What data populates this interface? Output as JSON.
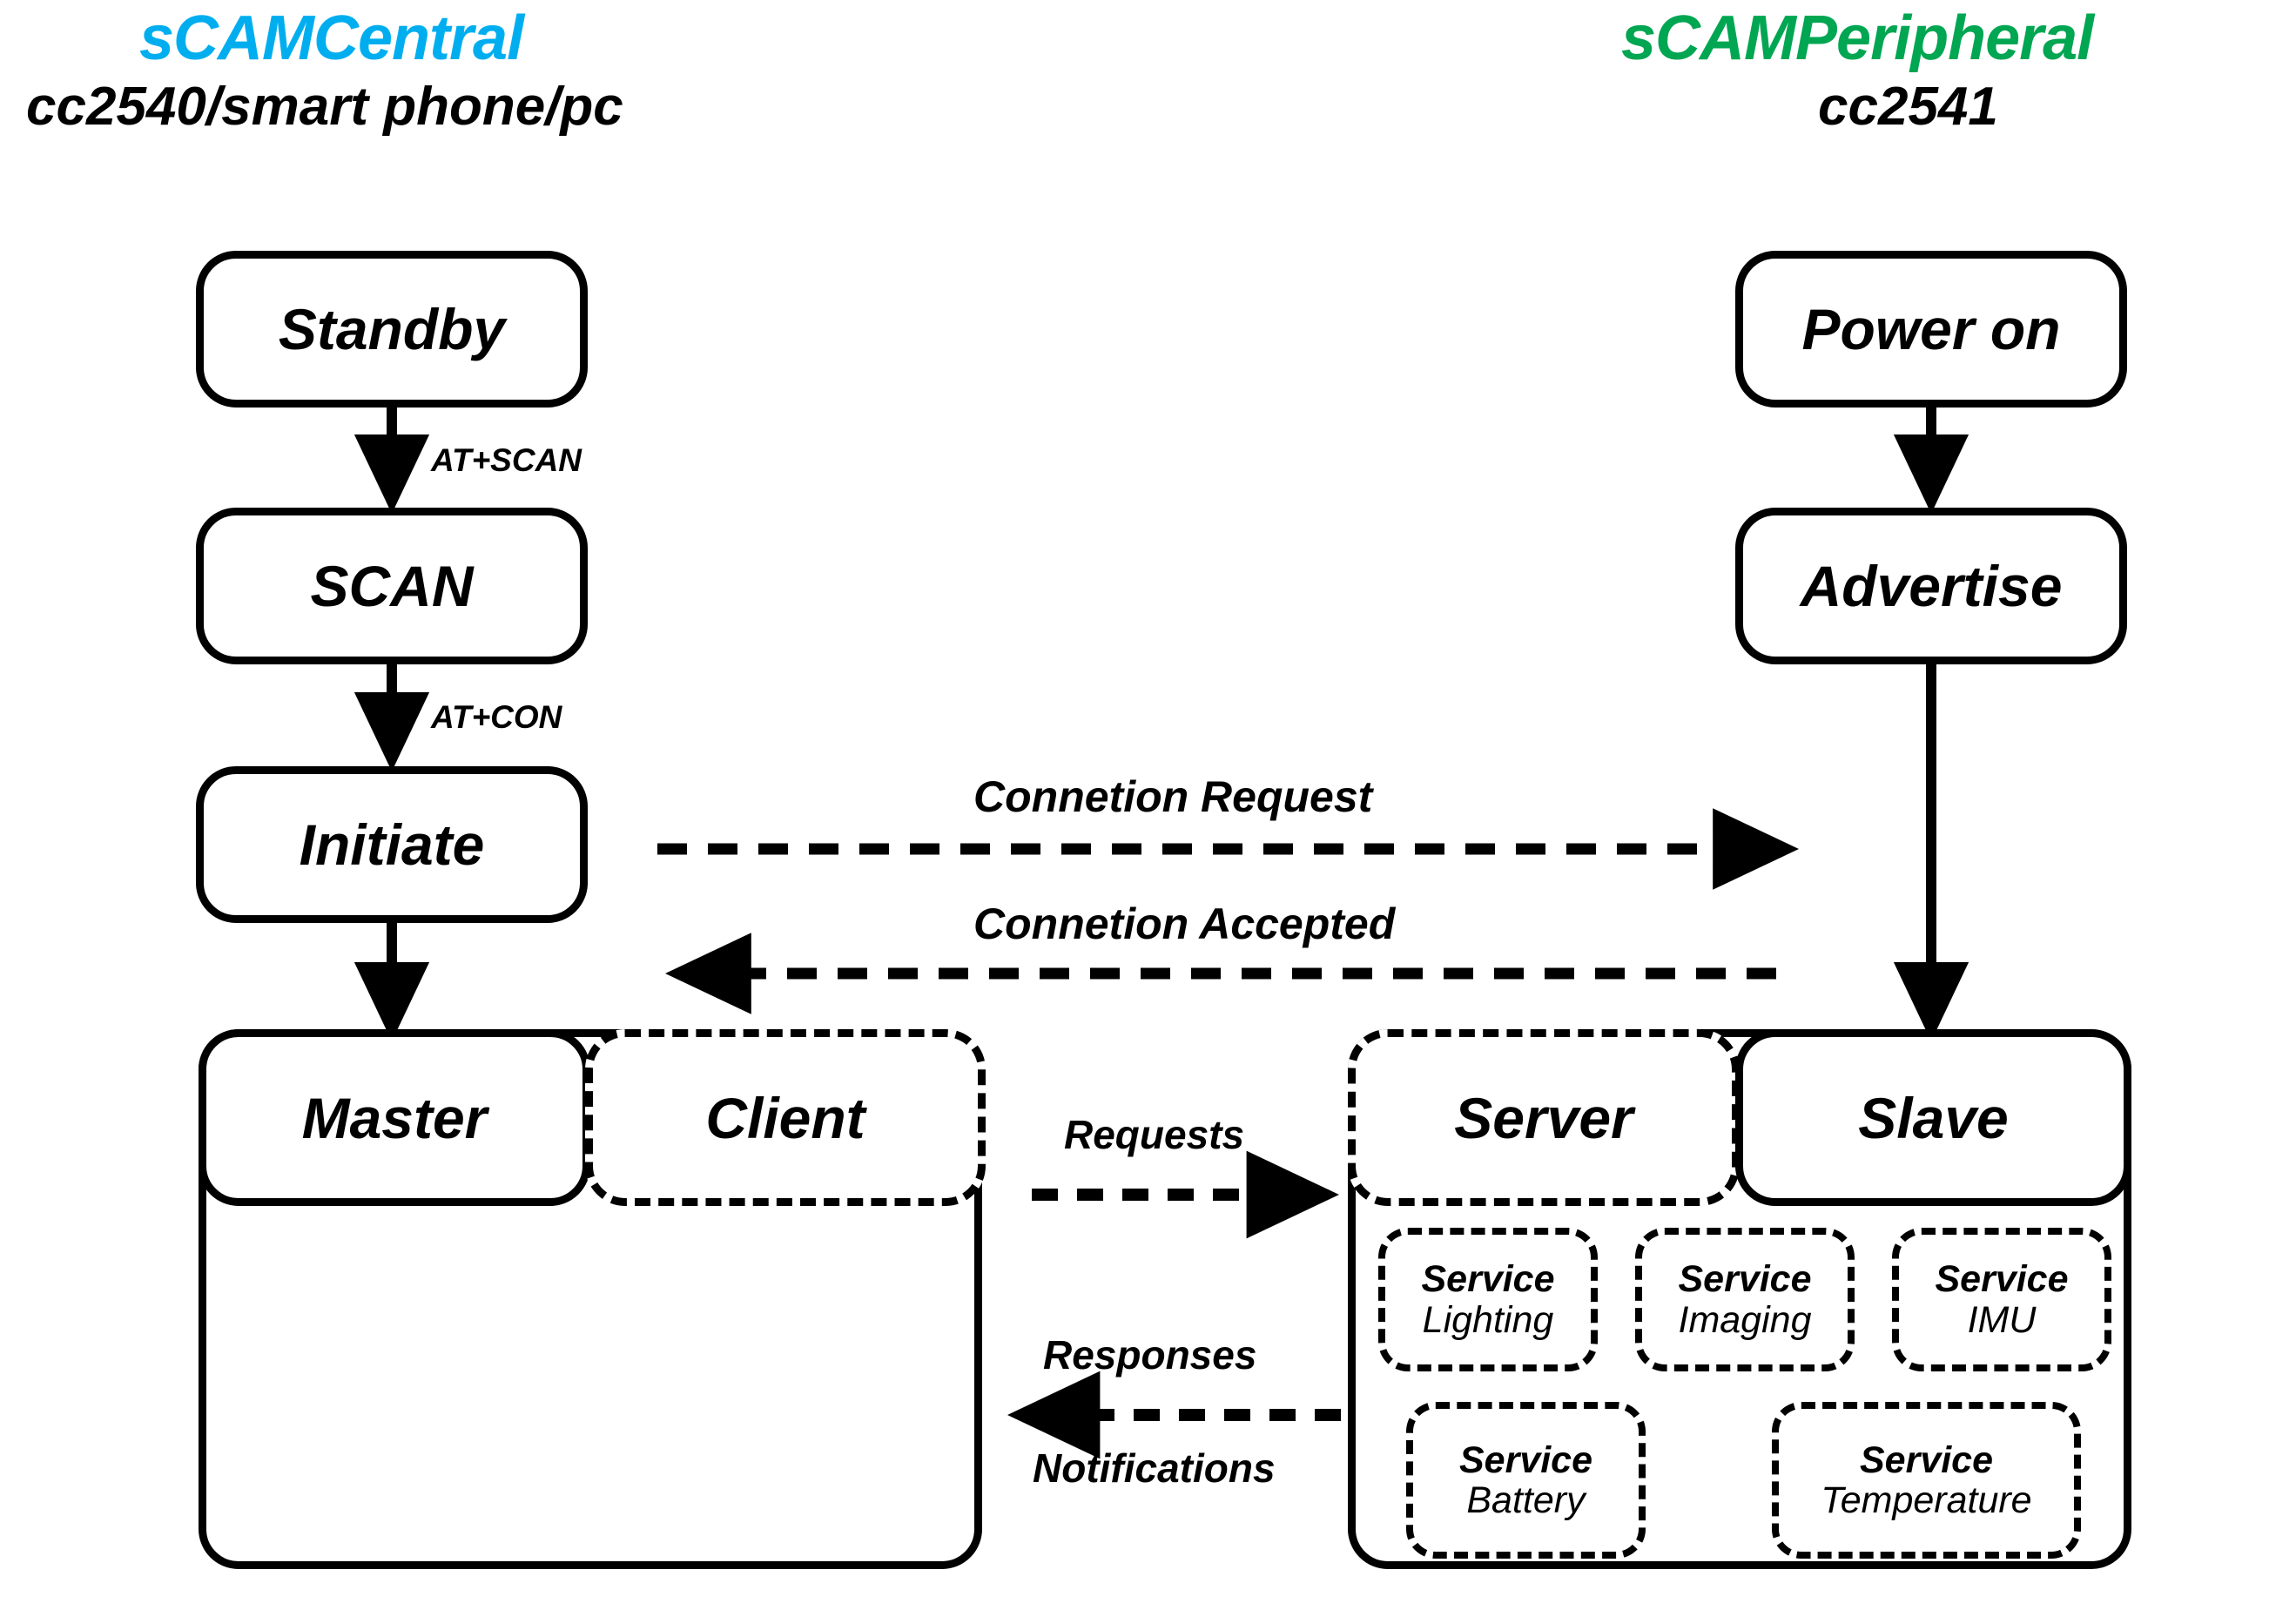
{
  "columns": {
    "central": {
      "title": "sCAMCentral",
      "title_color": "#00AEEF",
      "subtitle": "cc2540/smart phone/pc"
    },
    "peripheral": {
      "title": "sCAMPeripheral",
      "title_color": "#00A651",
      "subtitle": "cc2541"
    }
  },
  "central_states": [
    {
      "label": "Standby",
      "style": "solid"
    },
    {
      "label": "SCAN",
      "style": "solid"
    },
    {
      "label": "Initiate",
      "style": "solid"
    }
  ],
  "peripheral_states": [
    {
      "label": "Power on",
      "style": "solid"
    },
    {
      "label": "Advertise",
      "style": "solid"
    }
  ],
  "central_transitions": [
    {
      "label": "AT+SCAN"
    },
    {
      "label": "AT+CON"
    }
  ],
  "roles": {
    "central": [
      {
        "label": "Master",
        "style": "solid"
      },
      {
        "label": "Client",
        "style": "dashed"
      }
    ],
    "peripheral": [
      {
        "label": "Server",
        "style": "dashed"
      },
      {
        "label": "Slave",
        "style": "solid"
      }
    ]
  },
  "services": [
    {
      "kind": "Service",
      "name": "Lighting"
    },
    {
      "kind": "Service",
      "name": "Imaging"
    },
    {
      "kind": "Service",
      "name": "IMU"
    },
    {
      "kind": "Service",
      "name": "Battery"
    },
    {
      "kind": "Service",
      "name": "Temperature"
    }
  ],
  "link_labels": {
    "connection_request": "Connetion Request",
    "connection_accepted": "Connetion Accepted",
    "requests": "Requests",
    "responses": "Responses",
    "notifications": "Notifications"
  },
  "colors": {
    "stroke": "#000000",
    "background": "#ffffff",
    "central_accent": "#00AEEF",
    "peripheral_accent": "#00A651"
  }
}
